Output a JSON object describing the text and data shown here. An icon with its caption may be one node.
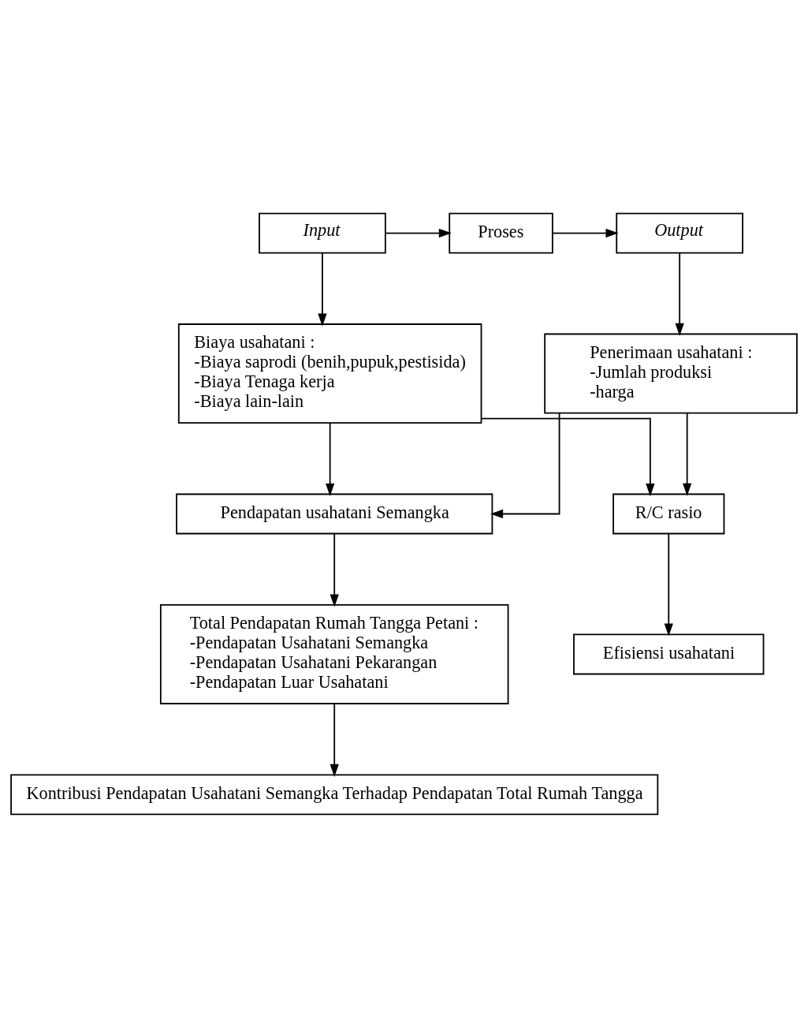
{
  "diagram": {
    "nodes": [
      {
        "text": [
          "Input"
        ]
      },
      {
        "text": [
          "Proses"
        ]
      },
      {
        "text": [
          "Output"
        ]
      },
      {
        "text": [
          "Biaya usahatani :",
          "-Biaya saprodi (benih,pupuk,pestisida)",
          "-Biaya Tenaga kerja",
          "-Biaya lain-lain"
        ]
      },
      {
        "text": [
          "Penerimaan usahatani :",
          "-Jumlah produksi",
          "-harga"
        ]
      },
      {
        "text": [
          "Pendapatan usahatani Semangka"
        ]
      },
      {
        "text": [
          "R/C rasio"
        ]
      },
      {
        "text": [
          "Total Pendapatan Rumah Tangga Petani :",
          "-Pendapatan Usahatani Semangka",
          "-Pendapatan Usahatani Pekarangan",
          "-Pendapatan Luar Usahatani"
        ]
      },
      {
        "text": [
          "Efisiensi usahatani"
        ]
      },
      {
        "text": [
          "Kontribusi Pendapatan Usahatani Semangka Terhadap Pendapatan Total Rumah Tangga"
        ]
      }
    ],
    "edges": [
      {
        "from": 0,
        "to": 1,
        "arrow": "to"
      },
      {
        "from": 1,
        "to": 2,
        "arrow": "to"
      },
      {
        "from": 0,
        "to": 3,
        "arrow": "to"
      },
      {
        "from": 2,
        "to": 4,
        "arrow": "to"
      },
      {
        "from": 3,
        "to": 5,
        "arrow": "to"
      },
      {
        "from": 4,
        "to": 5,
        "arrow": "to"
      },
      {
        "from": 3,
        "to": 6,
        "arrow": "to"
      },
      {
        "from": 4,
        "to": 6,
        "arrow": "to"
      },
      {
        "from": 5,
        "to": 7,
        "arrow": "to"
      },
      {
        "from": 6,
        "to": 8,
        "arrow": "to"
      },
      {
        "from": 7,
        "to": 9,
        "arrow": "to"
      }
    ]
  }
}
